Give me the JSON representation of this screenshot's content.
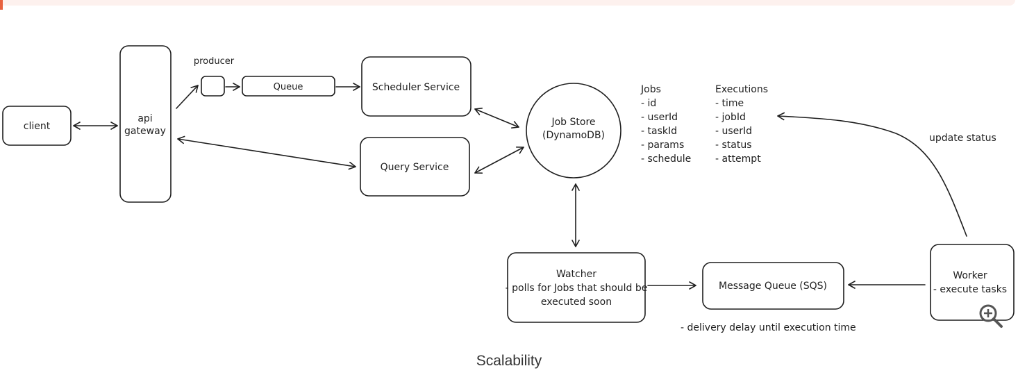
{
  "nodes": {
    "client": "client",
    "api_gateway": [
      "api",
      "gateway"
    ],
    "producer": "producer",
    "queue": "Queue",
    "scheduler": "Scheduler Service",
    "query": "Query Service",
    "job_store": [
      "Job Store",
      "(DynamoDB)"
    ],
    "watcher": [
      "Watcher",
      "- polls for Jobs that should be",
      "executed soon"
    ],
    "message_queue": "Message Queue (SQS)",
    "worker": [
      "Worker",
      "- execute tasks"
    ]
  },
  "tables": {
    "jobs": [
      "Jobs",
      "- id",
      "- userId",
      "- taskId",
      "- params",
      "- schedule"
    ],
    "executions": [
      "Executions",
      "- time",
      "- jobId",
      "- userId",
      "- status",
      "- attempt"
    ]
  },
  "annotations": {
    "update_status": "update status",
    "delivery_delay": "- delivery delay until execution time"
  },
  "caption": "Scalability",
  "icons": {
    "zoom": "zoom-in-icon"
  },
  "colors": {
    "accent": "#e8623f",
    "stroke": "#1e1e1e"
  }
}
